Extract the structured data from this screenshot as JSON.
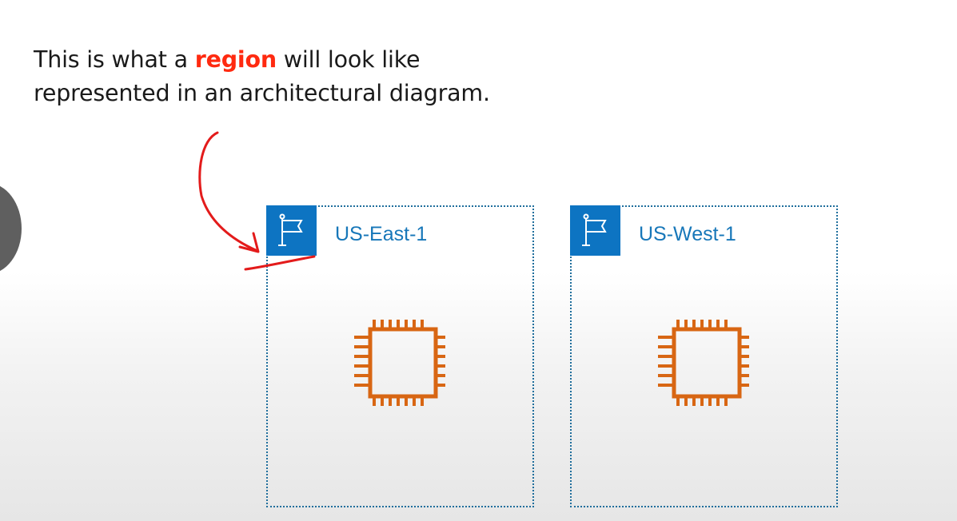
{
  "heading": {
    "before": "This is what a ",
    "highlight": "region",
    "after": " will look like",
    "line2": "represented in an architectural diagram."
  },
  "regions": [
    {
      "name": "US-East-1",
      "flag_icon": "flag-icon",
      "resource_icon": "ec2-instance-icon"
    },
    {
      "name": "US-West-1",
      "flag_icon": "flag-icon",
      "resource_icon": "ec2-instance-icon"
    }
  ],
  "colors": {
    "highlight": "#ff2a10",
    "region_border": "#1f6e9c",
    "flag_bg": "#0d74c2",
    "region_label": "#1777b9",
    "chip": "#d86613",
    "annotation": "#e31b1b"
  }
}
